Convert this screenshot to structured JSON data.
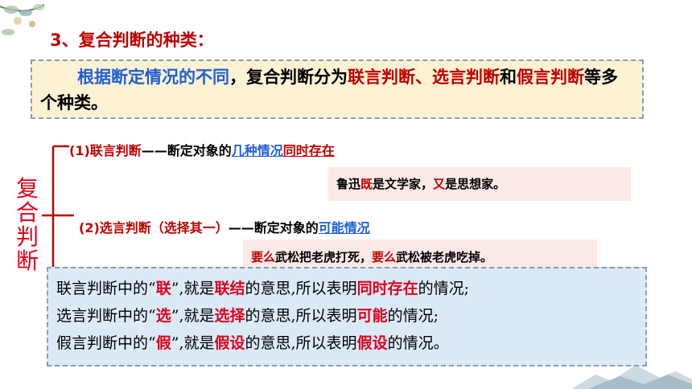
{
  "title": "3、复合判断的种类：",
  "intro": {
    "p1": "根据断定情况的不同",
    "p2": "，复合判断分为",
    "p3": "联言判断、选言判断",
    "p4": "和",
    "p5": "假言判断",
    "p6": "等多个种类。"
  },
  "root_label": "复合判断",
  "item1": {
    "head": "(1)联言判断",
    "mid": "——断定对象的",
    "key1": "几种情况",
    "key2": "同时存在"
  },
  "example1": {
    "a": "鲁迅",
    "b": "既",
    "c": "是文学家，",
    "d": "又",
    "e": "是思想家。"
  },
  "item2": {
    "head": "(2)选言判断（选择其一）",
    "mid": "——断定对象的",
    "key1": "可能情况"
  },
  "example2": {
    "a": "要么",
    "b": "武松把老虎打死，",
    "c": "要么",
    "d": "武松被老虎吃掉。"
  },
  "summary": {
    "l1": [
      "联言判断中的“",
      "联",
      "”,就是",
      "联结",
      "的意思,所以表明",
      "同时存在",
      "的情况;"
    ],
    "l2": [
      "选言判断中的“",
      "选",
      "”,就是",
      "选择",
      "的意思,所以表明",
      "可能",
      "的情况;"
    ],
    "l3": [
      "假言判断中的“",
      "假",
      "”,就是",
      "假设",
      "的意思,所以表明",
      "假设",
      "的情况。"
    ]
  },
  "colors": {
    "title": "#c00000",
    "highlight_red": "#e0001a",
    "highlight_blue": "#1f5fd6",
    "intro_bg": "#fdf2d4",
    "summary_bg": "#dce9f7",
    "example_bg": "#fbe9e5"
  }
}
